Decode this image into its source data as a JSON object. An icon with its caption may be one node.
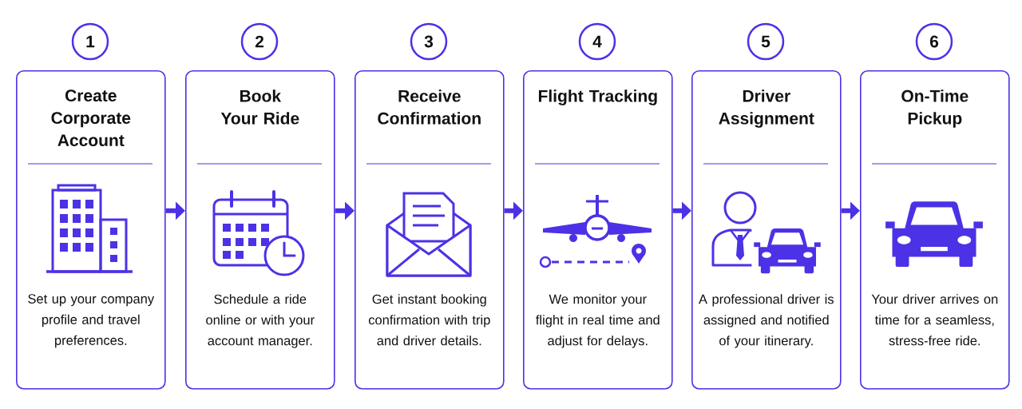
{
  "diagram": {
    "nodes": [
      {
        "text": [
          "1"
        ]
      },
      {
        "text": [
          "2"
        ]
      },
      {
        "text": [
          "3"
        ]
      },
      {
        "text": [
          "4"
        ]
      },
      {
        "text": [
          "5"
        ]
      },
      {
        "text": [
          "6"
        ]
      },
      {
        "text": [
          "Create Corporate Account",
          "Set up your company profile and travel preferences."
        ]
      },
      {
        "text": [
          "Book Your Ride",
          "Schedule a ride online or with your account manager."
        ]
      },
      {
        "text": [
          "Receive Confirmation",
          "Get instant booking confirmation with trip and driver details."
        ]
      },
      {
        "text": [
          "Flight Tracking",
          "We monitor your flight in real time and adjust for delays."
        ]
      },
      {
        "text": [
          "Driver Assignment",
          "A professional driver is assigned and notified of your itinerary."
        ]
      },
      {
        "text": [
          "On-Time Pickup",
          "Your driver arrives on time for a seamless, stress-free ride."
        ]
      }
    ],
    "edges": [
      {
        "from": 6,
        "to": 7,
        "arrow": "to"
      },
      {
        "from": 7,
        "to": 8,
        "arrow": "to"
      },
      {
        "from": 8,
        "to": 9,
        "arrow": "to"
      },
      {
        "from": 9,
        "to": 10,
        "arrow": "to"
      },
      {
        "from": 10,
        "to": 11,
        "arrow": "to"
      }
    ]
  }
}
